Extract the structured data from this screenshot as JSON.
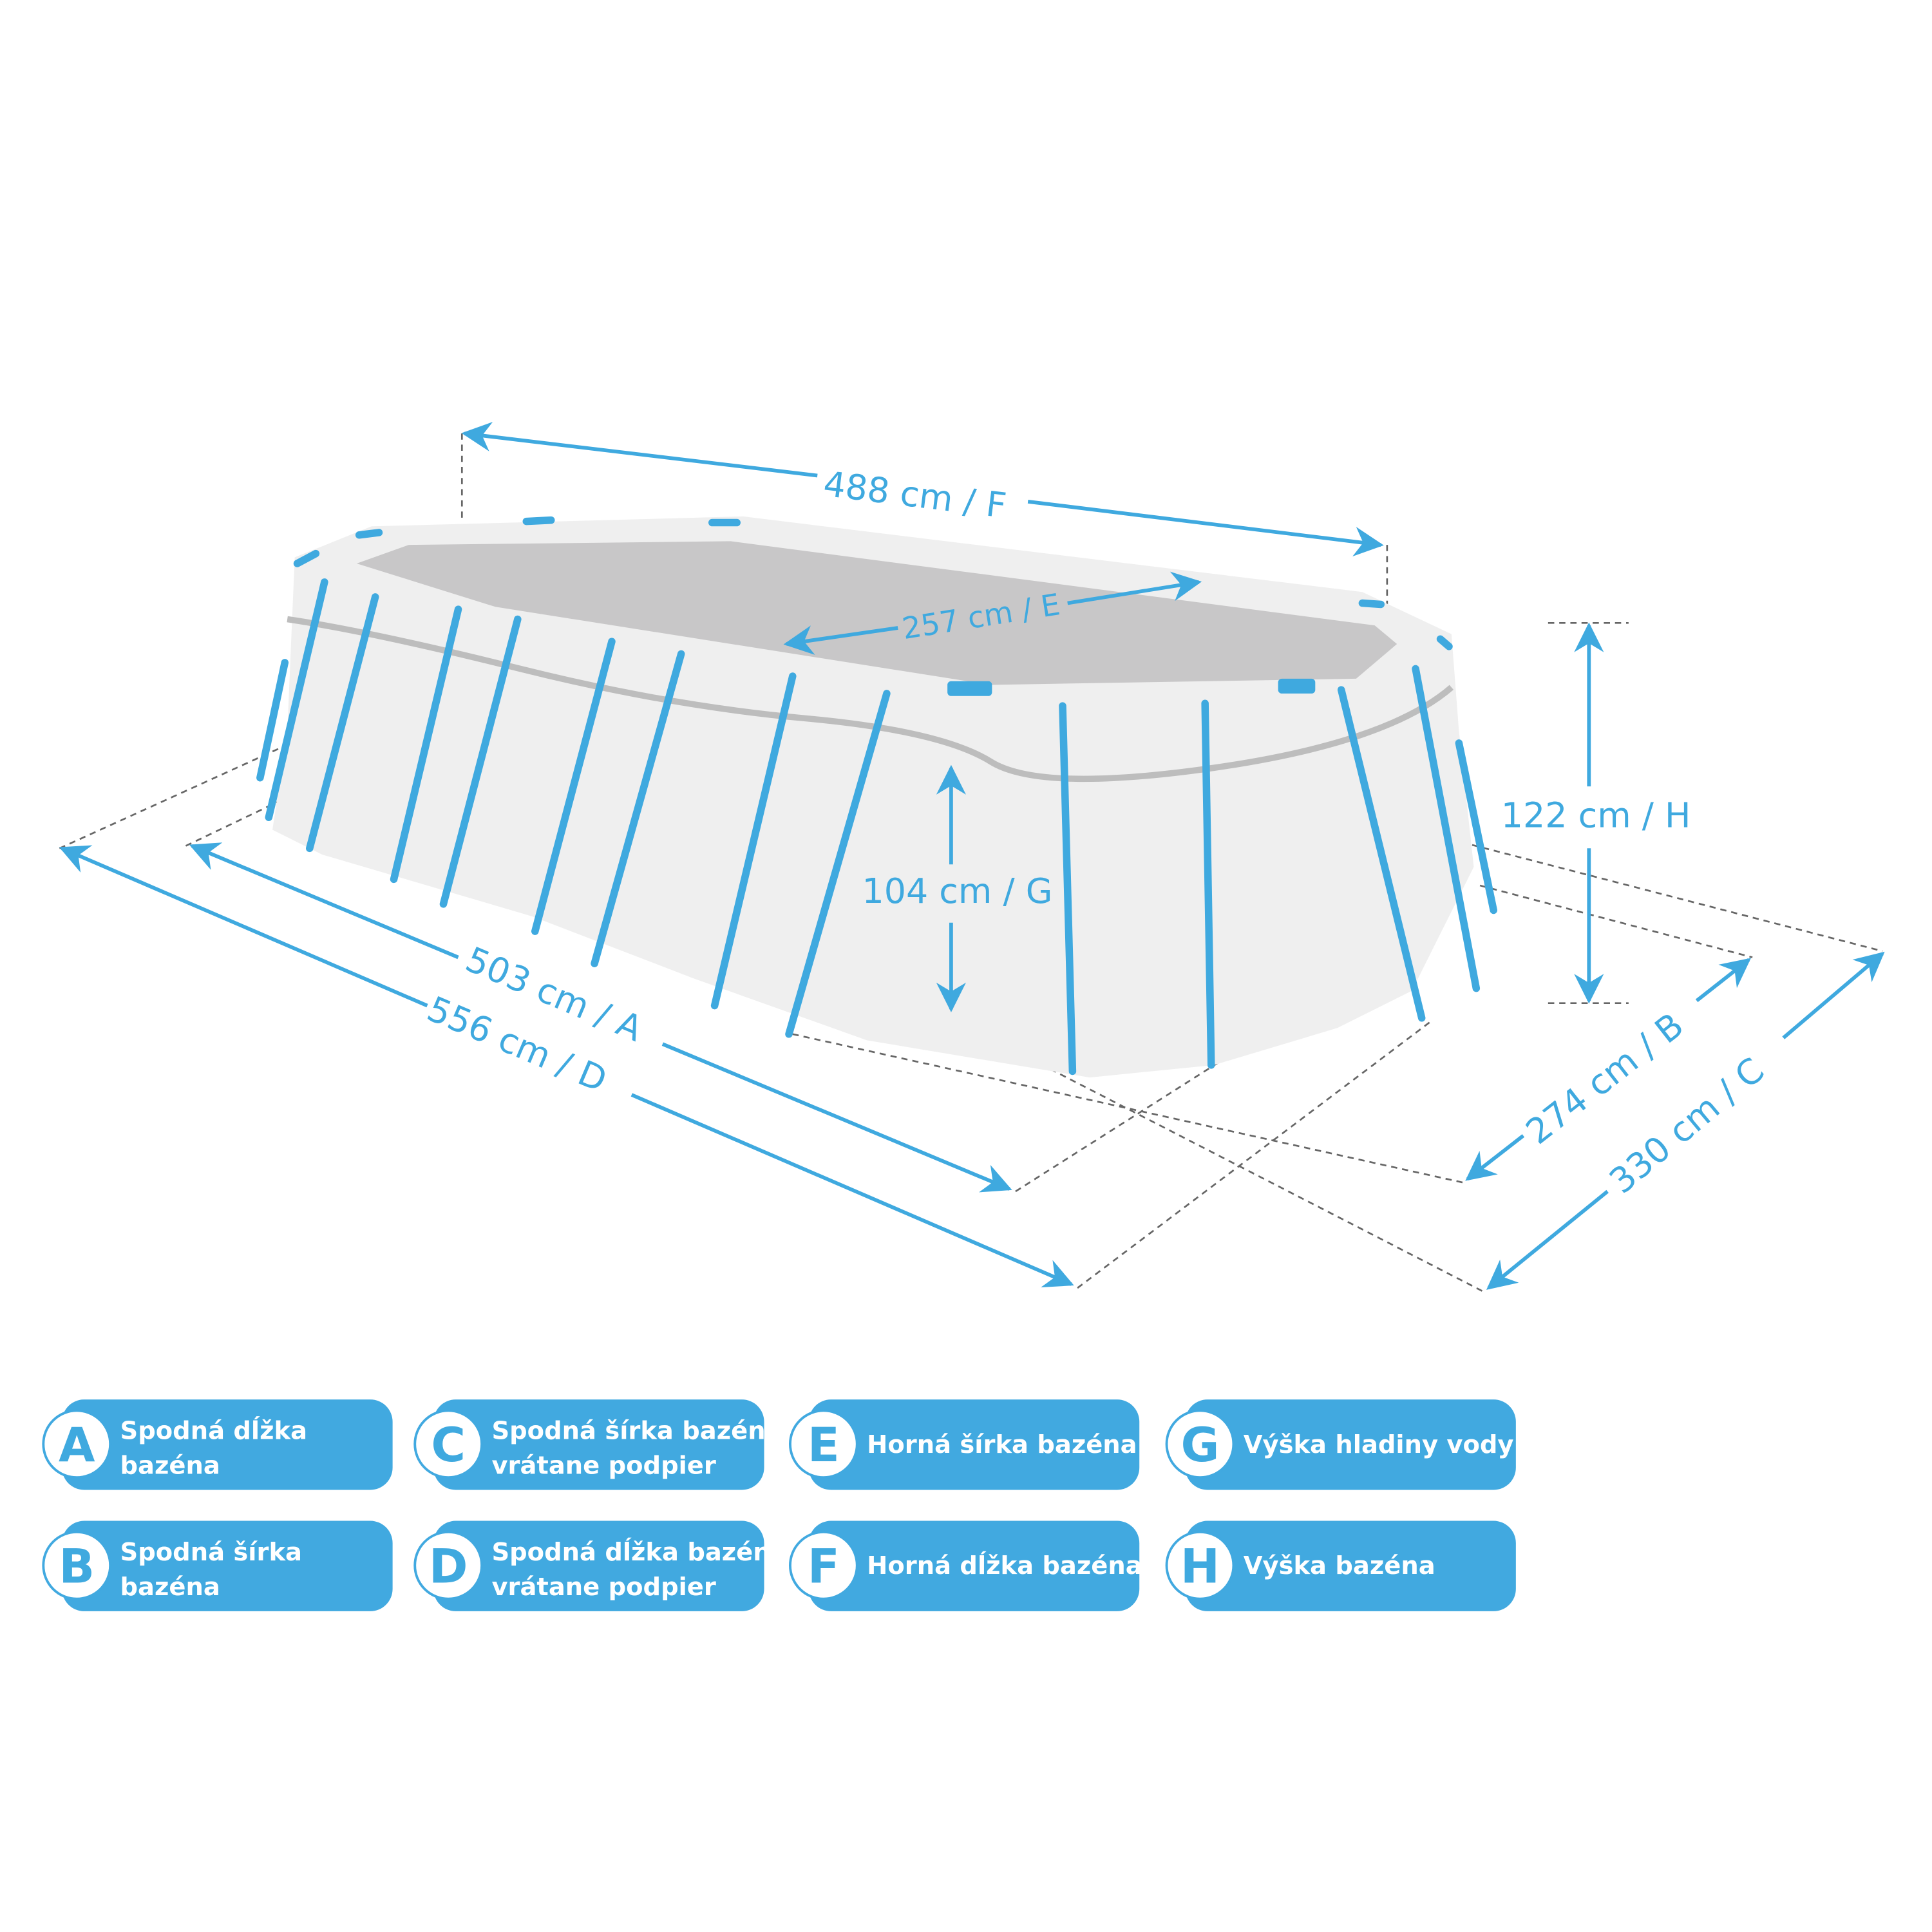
{
  "colors": {
    "accent": "#41a9e0",
    "water": "#c8c7c8",
    "pool_body": "#efefef"
  },
  "dimensions": {
    "F": "488 cm / F",
    "E": "257 cm / E",
    "H": "122 cm / H",
    "G": "104 cm / G",
    "A": "503 cm / A",
    "D": "556 cm / D",
    "B": "274 cm / B",
    "C": "330 cm / C"
  },
  "legend": [
    {
      "letter": "A",
      "line1": "Spodná dĺžka",
      "line2": "bazéna"
    },
    {
      "letter": "B",
      "line1": "Spodná šírka",
      "line2": "bazéna"
    },
    {
      "letter": "C",
      "line1": "Spodná šírka bazéna",
      "line2": "vrátane podpier"
    },
    {
      "letter": "D",
      "line1": "Spodná dĺžka bazéna",
      "line2": "vrátane podpier"
    },
    {
      "letter": "E",
      "line1": "Horná šírka bazéna",
      "line2": ""
    },
    {
      "letter": "F",
      "line1": "Horná dĺžka bazéna",
      "line2": ""
    },
    {
      "letter": "G",
      "line1": "Výška hladiny vody",
      "line2": ""
    },
    {
      "letter": "H",
      "line1": "Výška bazéna",
      "line2": ""
    }
  ]
}
